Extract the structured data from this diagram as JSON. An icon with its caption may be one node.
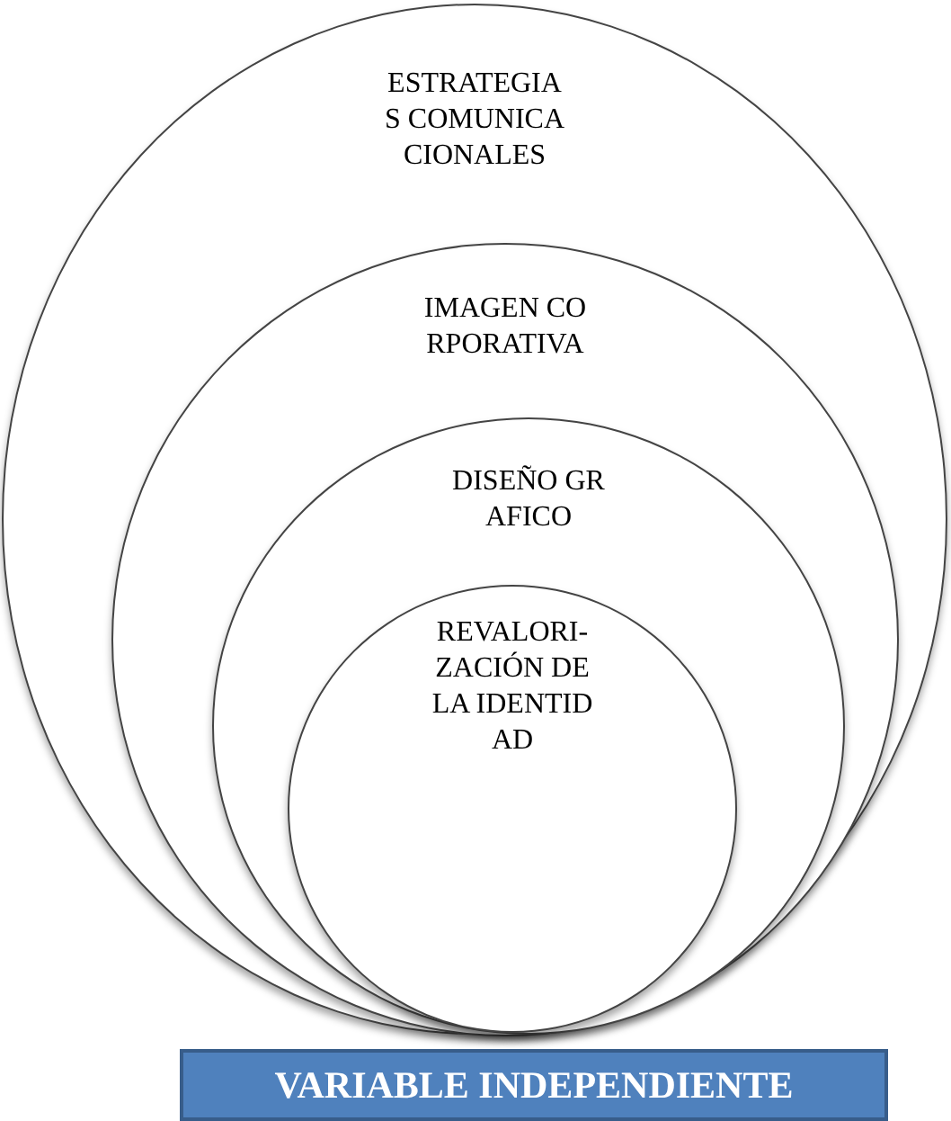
{
  "diagram": {
    "nodes": [
      {
        "text": [
          "ESTRATEGIAS COMUNICACIONALES"
        ]
      },
      {
        "text": [
          "IMAGEN CORPORATIVA"
        ],
        "in": 0
      },
      {
        "text": [
          "DISEÑO GRAFICO"
        ],
        "in": 1
      },
      {
        "text": [
          "REVALORI-ZACIÓN DE LA IDENTIDAD"
        ],
        "in": 2
      },
      {
        "text": [
          "VARIABLE INDEPENDIENTE"
        ]
      }
    ]
  }
}
